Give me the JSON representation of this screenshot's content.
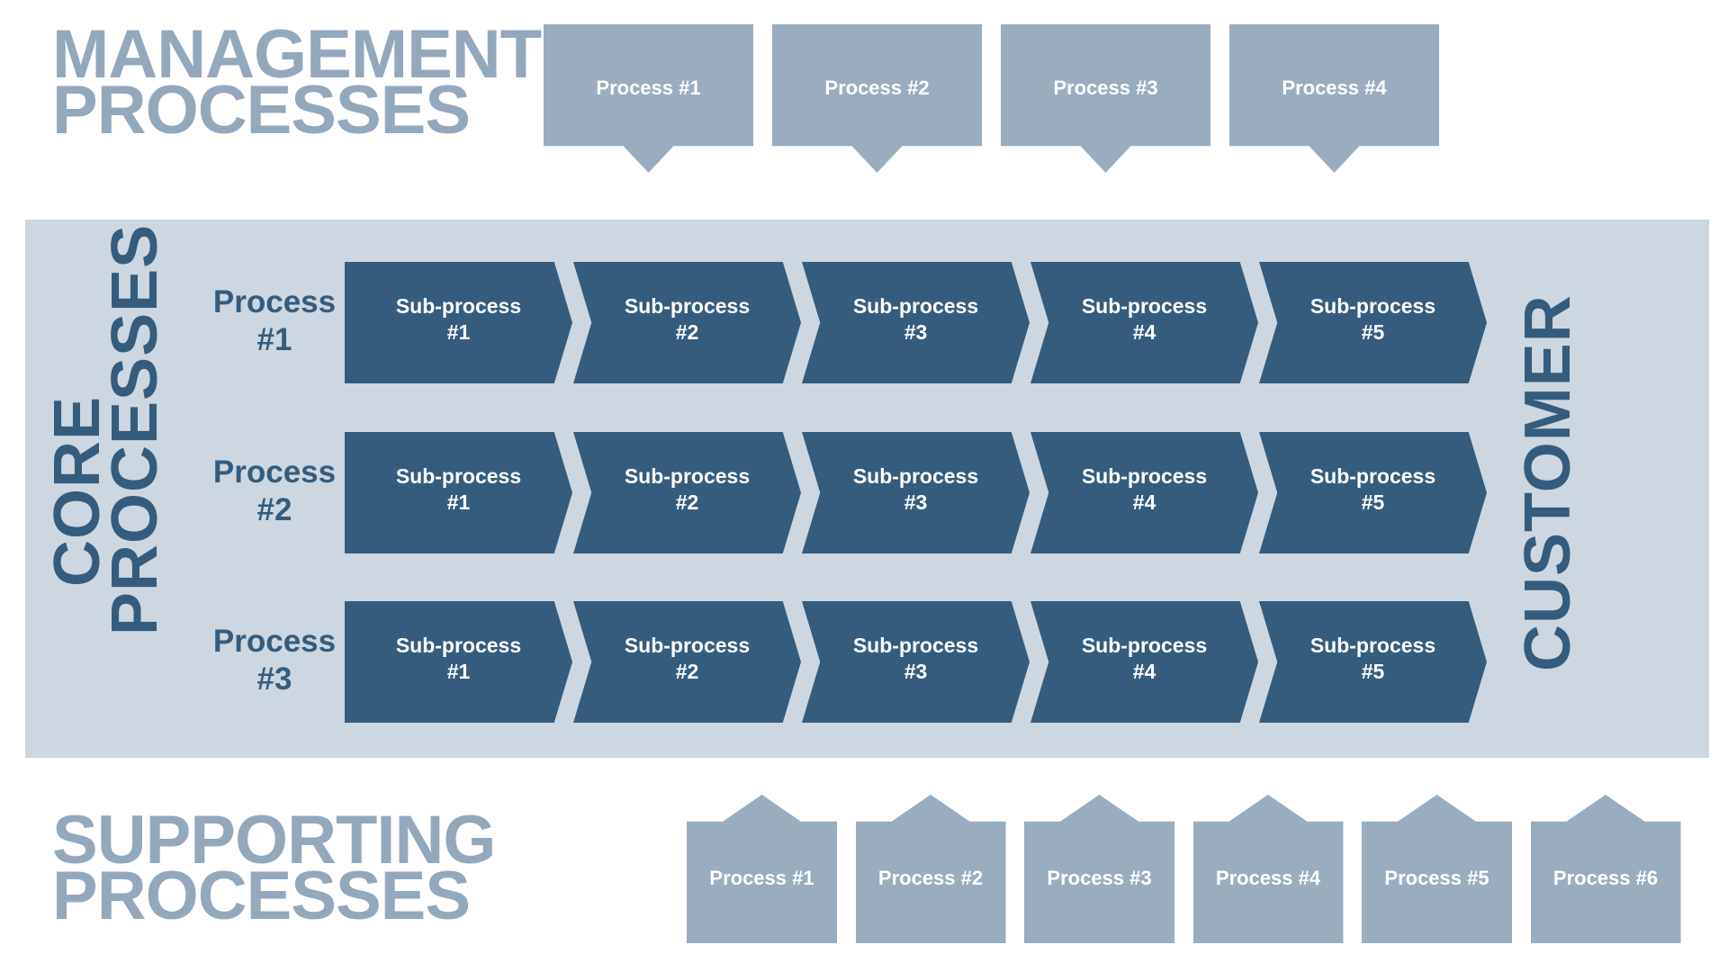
{
  "colors": {
    "management_box": "#99adbf",
    "management_title": "#94a8bc",
    "core_band": "#ccd7e1",
    "core_chevron": "#355c7d",
    "core_text": "#355c7d"
  },
  "management": {
    "title_line1": "MANAGEMENT",
    "title_line2": "PROCESSES",
    "boxes": [
      "Process #1",
      "Process #2",
      "Process #3",
      "Process #4"
    ]
  },
  "core": {
    "title_line1": "CORE",
    "title_line2": "PROCESSES",
    "customer_label": "CUSTOMER",
    "rows": [
      {
        "label_line1": "Process",
        "label_line2": "#1",
        "subs": [
          {
            "l1": "Sub-process",
            "l2": "#1"
          },
          {
            "l1": "Sub-process",
            "l2": "#2"
          },
          {
            "l1": "Sub-process",
            "l2": "#3"
          },
          {
            "l1": "Sub-process",
            "l2": "#4"
          },
          {
            "l1": "Sub-process",
            "l2": "#5"
          }
        ]
      },
      {
        "label_line1": "Process",
        "label_line2": "#2",
        "subs": [
          {
            "l1": "Sub-process",
            "l2": "#1"
          },
          {
            "l1": "Sub-process",
            "l2": "#2"
          },
          {
            "l1": "Sub-process",
            "l2": "#3"
          },
          {
            "l1": "Sub-process",
            "l2": "#4"
          },
          {
            "l1": "Sub-process",
            "l2": "#5"
          }
        ]
      },
      {
        "label_line1": "Process",
        "label_line2": "#3",
        "subs": [
          {
            "l1": "Sub-process",
            "l2": "#1"
          },
          {
            "l1": "Sub-process",
            "l2": "#2"
          },
          {
            "l1": "Sub-process",
            "l2": "#3"
          },
          {
            "l1": "Sub-process",
            "l2": "#4"
          },
          {
            "l1": "Sub-process",
            "l2": "#5"
          }
        ]
      }
    ]
  },
  "supporting": {
    "title_line1": "SUPPORTING",
    "title_line2": "PROCESSES",
    "boxes": [
      "Process #1",
      "Process #2",
      "Process #3",
      "Process #4",
      "Process #5",
      "Process #6"
    ]
  }
}
